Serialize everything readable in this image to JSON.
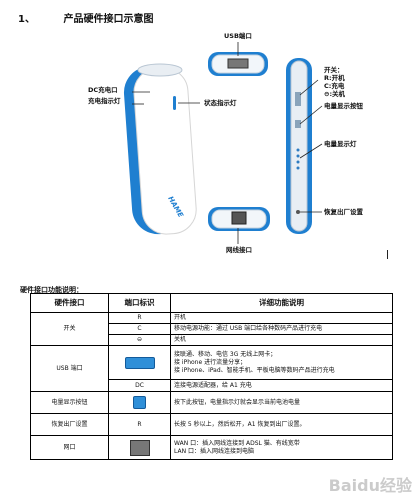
{
  "heading": {
    "number": "1、",
    "title": "产品硬件接口示意图"
  },
  "diagram": {
    "labels": {
      "usb_port": "USB端口",
      "dc_port": "DC充电口",
      "charge_led": "充电指示灯",
      "status_led": "状态指示灯",
      "lan_port": "网线接口",
      "switch": "开关：",
      "switch_r": "R:开机",
      "switch_c": "C:充电",
      "switch_off": "⊖:关机",
      "battery_button": "电量显示按钮",
      "battery_led": "电量显示灯",
      "reset": "恢复出厂设置"
    },
    "logo": "HAME",
    "colors": {
      "shell": "#1f7fd0",
      "body": "#ffffff"
    }
  },
  "section_title": "硬件接口功能说明：",
  "table": {
    "headers": [
      "硬件接口",
      "端口标识",
      "详细功能说明"
    ],
    "rows": [
      {
        "name": "开关",
        "items": [
          {
            "mark": "R",
            "desc": "开机"
          },
          {
            "mark": "C",
            "desc": "移动电源功能：通过 USB 端口给各种数码产品进行充电"
          },
          {
            "mark": "⊖",
            "desc": "关机"
          }
        ]
      },
      {
        "name": "USB 端口",
        "items": [
          {
            "mark": "",
            "desc1": "接联通、移动、电信 3G 无线上网卡；",
            "desc2": "接 iPhone 进行流量分享；",
            "desc3": "接 iPhone、iPad、智能手机、平板电脑等数码产品进行充电"
          },
          {
            "mark": "DC",
            "desc": "连接电源适配器，给 A1 充电"
          }
        ]
      },
      {
        "name": "电量显示按钮",
        "mark": "",
        "desc": "按下此按钮，电量指示灯就会显示当前电池电量"
      },
      {
        "name": "恢复出厂设置",
        "mark": "R",
        "desc": "长按 5 秒以上，然后松开，A1 恢复到出厂设置。"
      },
      {
        "name": "网口",
        "mark": "",
        "desc1": "WAN 口：插入网线连接到 ADSL 猫、有线宽带",
        "desc2": "LAN 口：插入网线连接到电脑"
      }
    ]
  },
  "watermark": "Baidu经验"
}
